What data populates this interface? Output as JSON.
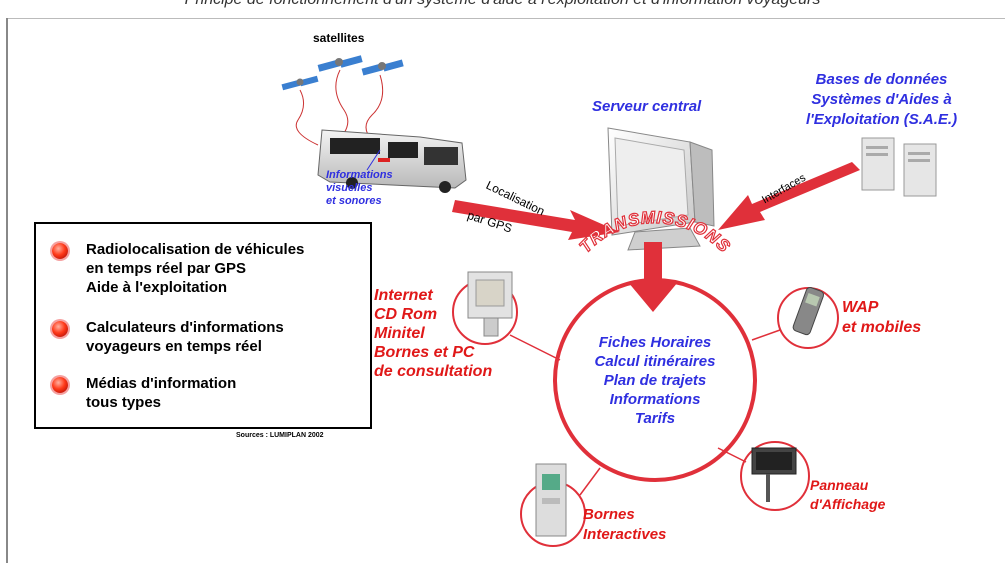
{
  "caption": "Principe de fonctionnement d'un système d'aide à l'exploitation et d'information voyageurs",
  "labels": {
    "satellites": "satellites",
    "bus_info": [
      "Informations",
      "visuelles",
      "et sonores"
    ],
    "localisation": "Localisation",
    "par_gps": "par GPS",
    "serveur": "Serveur central",
    "bases": [
      "Bases de données",
      "Systèmes d'Aides à",
      "l'Exploitation (S.A.E.)"
    ],
    "interfaces": "Interfaces",
    "transmissions": "TRANSMISSIONS",
    "internet": [
      "Internet",
      "CD Rom",
      "Minitel",
      "Bornes et PC",
      "de consultation"
    ],
    "wap": [
      "WAP",
      "et mobiles"
    ],
    "panneau": [
      "Panneau",
      "d'Affichage"
    ],
    "bornes": [
      "Bornes",
      "Interactives"
    ],
    "center": [
      "Fiches Horaires",
      "Calcul itinéraires",
      "Plan de trajets",
      "Informations",
      "Tarifs"
    ]
  },
  "legend": {
    "items": [
      "Radiolocalisation de véhicules\nen temps réel par GPS\nAide à l'exploitation",
      "Calculateurs d'informations\nvoyageurs en temps réel",
      "Médias d'information\ntous types"
    ],
    "sources": "Sources : LUMIPLAN 2002"
  },
  "colors": {
    "blue": "#2f2fe0",
    "red": "#e01818",
    "arrow": "#e0303a"
  }
}
